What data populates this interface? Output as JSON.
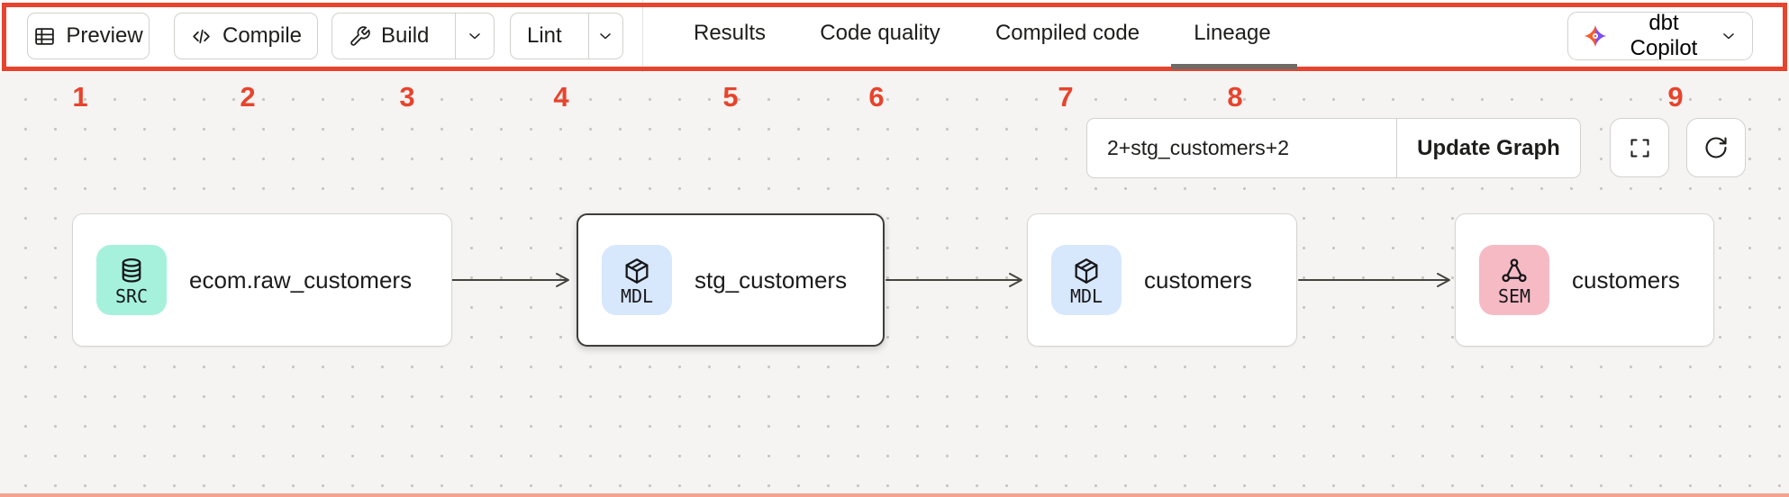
{
  "colors": {
    "annotation_red": "#E8432C",
    "toolbar_bg": "#FFFFFF",
    "canvas_bg": "#F5F4F2",
    "dot_grid": "#C7C6C3",
    "badge_src": "#A5F1DC",
    "badge_mdl": "#D7E7FC",
    "badge_sem": "#F6BAC5",
    "node_border": "#D7D5D1",
    "node_selected_border": "#3E3D3A",
    "arrow": "#45443F",
    "active_tab_underline": "#6E6A65",
    "bottom_line": "#F3A38F",
    "dbt_logo_orange": "#F75C2E",
    "dbt_logo_purple": "#7C4DF0"
  },
  "toolbar": {
    "preview": {
      "label": "Preview",
      "icon": "table-icon"
    },
    "compile": {
      "label": "Compile",
      "icon": "code-icon"
    },
    "build": {
      "label": "Build",
      "icon": "wrench-icon",
      "has_dropdown": true
    },
    "lint": {
      "label": "Lint",
      "has_dropdown": true
    },
    "tabs": [
      {
        "label": "Results",
        "active": false
      },
      {
        "label": "Code quality",
        "active": false
      },
      {
        "label": "Compiled code",
        "active": false
      },
      {
        "label": "Lineage",
        "active": true
      }
    ],
    "copilot": {
      "label": "dbt Copilot",
      "icon": "dbt-logo-icon",
      "has_dropdown": true
    }
  },
  "annotations": {
    "numbers": [
      "1",
      "2",
      "3",
      "4",
      "5",
      "6",
      "7",
      "8",
      "9"
    ]
  },
  "lineage": {
    "selector": {
      "value": "2+stg_customers+2",
      "update_label": "Update Graph"
    },
    "controls": {
      "fullscreen": "fullscreen-icon",
      "refresh": "refresh-icon"
    },
    "nodes": [
      {
        "badge": "SRC",
        "icon": "database-icon",
        "color": "#A5F1DC",
        "label": "ecom.raw_customers",
        "selected": false
      },
      {
        "badge": "MDL",
        "icon": "cube-icon",
        "color": "#D7E7FC",
        "label": "stg_customers",
        "selected": true
      },
      {
        "badge": "MDL",
        "icon": "cube-icon",
        "color": "#D7E7FC",
        "label": "customers",
        "selected": false
      },
      {
        "badge": "SEM",
        "icon": "semantic-model-icon",
        "color": "#F6BAC5",
        "label": "customers",
        "selected": false
      }
    ]
  }
}
